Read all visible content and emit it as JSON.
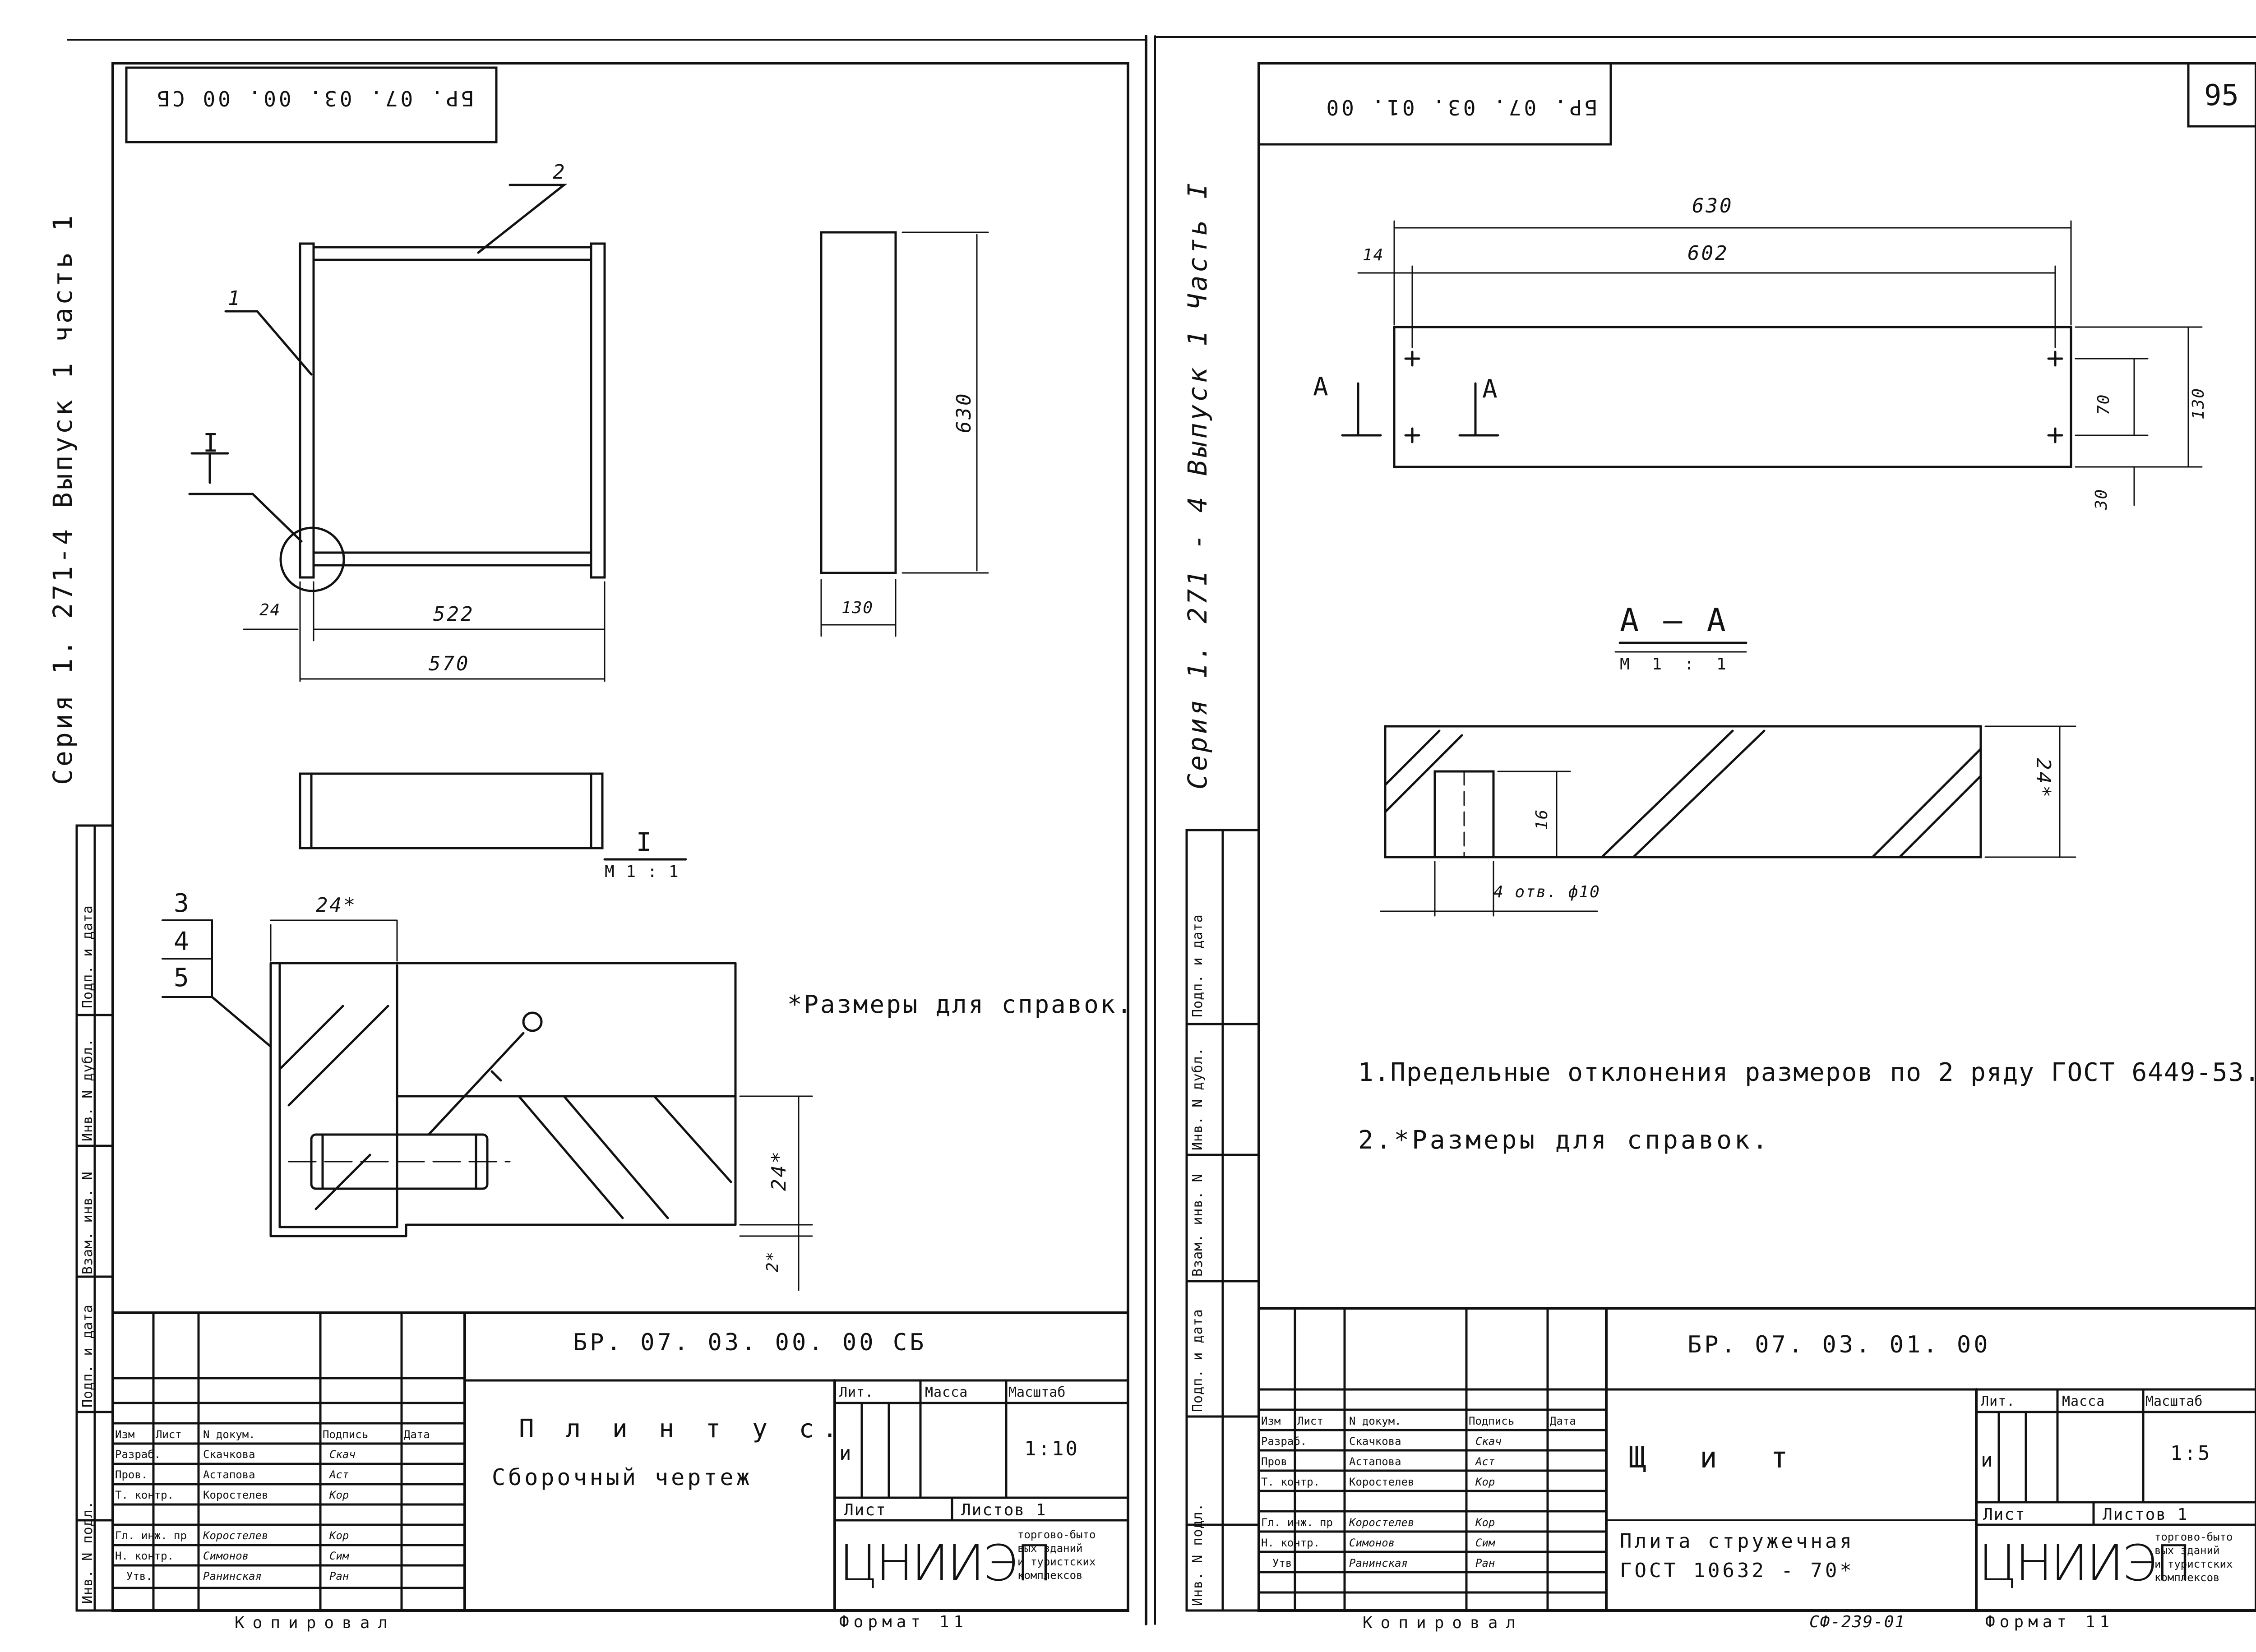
{
  "left_sheet": {
    "code_upside_down": "БР. 07. 03. 00. 00 СБ",
    "series_vertical": "Серия 1. 271-4 Выпуск 1 часть 1",
    "callouts": [
      "1",
      "2",
      "3",
      "4",
      "5"
    ],
    "detail_mark": "I",
    "dims": {
      "d630": "630",
      "d130": "130",
      "d24": "24",
      "d522": "522",
      "d570": "570",
      "d24star": "24*",
      "d24star_v": "24*",
      "d2star": "2*"
    },
    "detail_title": "I",
    "detail_scale": "М 1 : 1",
    "note": "*Размеры для справок.",
    "side_stamp": [
      "Подп. и дата",
      "Инв. N дубл.",
      "Взам. инв. N",
      "Подп. и дата",
      "Инв. N подл."
    ],
    "title_block": {
      "doc_code": "БР. 07. 03. 00. 00 СБ",
      "name_line1": "П л и н т у с.",
      "name_line2": "Сборочный чертеж",
      "headers": [
        "Изм",
        "Лист",
        "N докум.",
        "Подпись",
        "Дата"
      ],
      "roles": [
        "Разраб.",
        "Пров.",
        "Т. контр.",
        "Гл. инж. пр",
        "Н. контр.",
        "Утв."
      ],
      "names": [
        "Скачкова",
        "Астапова",
        "Коростелев",
        "Коростелев",
        "Симонов",
        "Ранинская"
      ],
      "signatures": [
        "Скач",
        "Аст",
        "Кор",
        "Кор",
        "Сим",
        "Ран"
      ],
      "lit_label": "Лит.",
      "mass_label": "Масса",
      "scale_label": "Масштаб",
      "lit_value": "и",
      "scale_value": "1:10",
      "sheet_label": "Лист",
      "sheets_label": "Листов 1",
      "org_logo": "ЦНИИЭП",
      "org_text": [
        "торгово-быто",
        "вых зданий",
        "и туристских",
        "комплексов"
      ],
      "copied": "Копировал",
      "format": "Формат 11"
    }
  },
  "right_sheet": {
    "page_number": "95",
    "code_upside_down": "БР. 07. 03. 01. 00",
    "series_vertical": "Серия 1. 271 - 4 Выпуск 1 Часть I",
    "dims": {
      "d630": "630",
      "d602": "602",
      "d14": "14",
      "d70": "70",
      "d130": "130",
      "d30": "30",
      "d16": "16",
      "d24star": "24*",
      "holes": "4 отв. ф10"
    },
    "section_mark_left": "А",
    "section_mark_right": "А",
    "section_title": "А — А",
    "section_scale": "М 1 : 1",
    "notes": [
      "1.Предельные отклонения размеров по 2 ряду ГОСТ 6449-53.",
      "2.*Размеры для справок."
    ],
    "side_stamp": [
      "Подп. и дата",
      "Инв. N дубл.",
      "Взам. инв. N",
      "Подп. и дата",
      "Инв. N подл."
    ],
    "title_block": {
      "doc_code": "БР. 07. 03. 01. 00",
      "name": "Щ и т",
      "material_line1": "Плита стружечная",
      "material_line2": "ГОСТ 10632 - 70*",
      "headers": [
        "Изм",
        "Лист",
        "N докум.",
        "Подпись",
        "Дата"
      ],
      "roles": [
        "Разраб.",
        "Пров",
        "Т. контр.",
        "Гл. инж. пр",
        "Н. контр.",
        "Утв."
      ],
      "names": [
        "Скачкова",
        "Астапова",
        "Коростелев",
        "Коростелев",
        "Симонов",
        "Ранинская"
      ],
      "signatures": [
        "Скач",
        "Аст",
        "Кор",
        "Кор",
        "Сим",
        "Ран"
      ],
      "lit_label": "Лит.",
      "mass_label": "Масса",
      "scale_label": "Масштаб",
      "lit_value": "и",
      "scale_value": "1:5",
      "sheet_label": "Лист",
      "sheets_label": "Листов 1",
      "org_logo": "ЦНИИЭП",
      "org_text": [
        "торгово-быто",
        "вых зданий",
        "и туристских",
        "комплексов"
      ],
      "copied": "Копировал",
      "copy_code": "СФ-239-01",
      "format": "Формат 11"
    }
  }
}
